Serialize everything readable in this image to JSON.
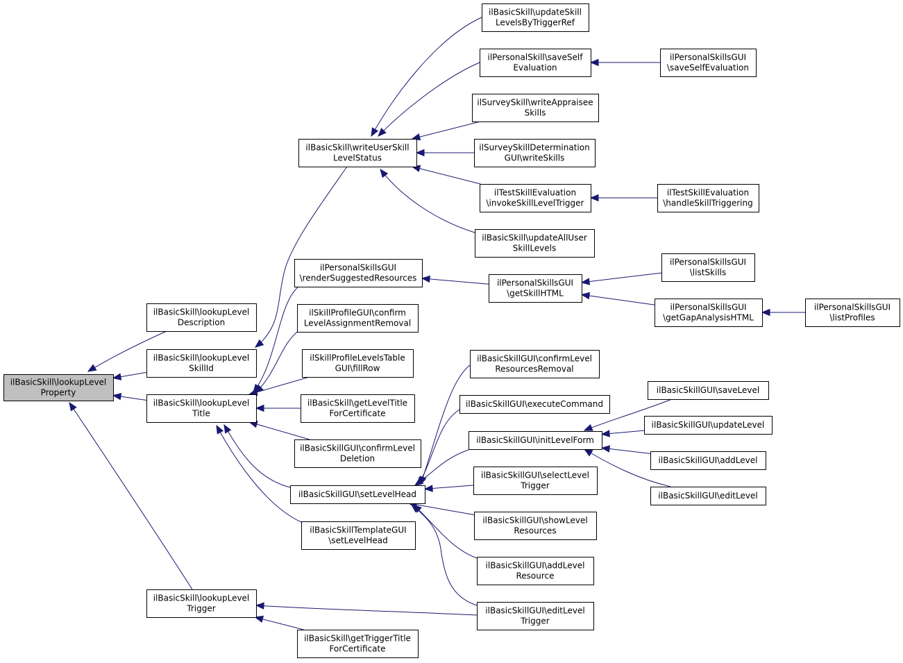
{
  "colors": {
    "edge": "#191970",
    "root_fill": "#bfbfbf",
    "node_fill": "#ffffff",
    "node_border": "#000000"
  },
  "nodes": [
    {
      "id": "root",
      "lines": [
        "ilBasicSkill\\lookupLevel",
        "Property"
      ],
      "root": true
    },
    {
      "id": "desc",
      "lines": [
        "ilBasicSkill\\lookupLevel",
        "Description"
      ]
    },
    {
      "id": "skillid",
      "lines": [
        "ilBasicSkill\\lookupLevel",
        "SkillId"
      ]
    },
    {
      "id": "title",
      "lines": [
        "ilBasicSkill\\lookupLevel",
        "Title"
      ]
    },
    {
      "id": "trigger",
      "lines": [
        "ilBasicSkill\\lookupLevel",
        "Trigger"
      ]
    },
    {
      "id": "wusls",
      "lines": [
        "ilBasicSkill\\writeUserSkill",
        "LevelStatus"
      ]
    },
    {
      "id": "renderSR",
      "lines": [
        "ilPersonalSkillsGUI",
        "\\renderSuggestedResources"
      ]
    },
    {
      "id": "confLAR",
      "lines": [
        "ilSkillProfileGUI\\confirm",
        "LevelAssignmentRemoval"
      ]
    },
    {
      "id": "fillRow",
      "lines": [
        "ilSkillProfileLevelsTable",
        "GUI\\fillRow"
      ]
    },
    {
      "id": "getLTFC",
      "lines": [
        "ilBasicSkill\\getLevelTitle",
        "ForCertificate"
      ]
    },
    {
      "id": "confLD",
      "lines": [
        "ilBasicSkillGUI\\confirmLevel",
        "Deletion"
      ]
    },
    {
      "id": "setLH",
      "lines": [
        "ilBasicSkillGUI\\setLevelHead"
      ]
    },
    {
      "id": "tplSetLH",
      "lines": [
        "ilBasicSkillTemplateGUI",
        "\\setLevelHead"
      ]
    },
    {
      "id": "getTTFC",
      "lines": [
        "ilBasicSkill\\getTriggerTitle",
        "ForCertificate"
      ]
    },
    {
      "id": "upSLBTR",
      "lines": [
        "ilBasicSkill\\updateSkill",
        "LevelsByTriggerRef"
      ]
    },
    {
      "id": "psSaveSE",
      "lines": [
        "ilPersonalSkill\\saveSelf",
        "Evaluation"
      ]
    },
    {
      "id": "survWAS",
      "lines": [
        "ilSurveySkill\\writeAppraisee",
        "Skills"
      ]
    },
    {
      "id": "survDetWS",
      "lines": [
        "ilSurveySkillDetermination",
        "GUI\\writeSkills"
      ]
    },
    {
      "id": "tseInvoke",
      "lines": [
        "ilTestSkillEvaluation",
        "\\invokeSkillLevelTrigger"
      ]
    },
    {
      "id": "upAUSL",
      "lines": [
        "ilBasicSkill\\updateAllUser",
        "SkillLevels"
      ]
    },
    {
      "id": "getSkillHTML",
      "lines": [
        "ilPersonalSkillsGUI",
        "\\getSkillHTML"
      ]
    },
    {
      "id": "confLRR",
      "lines": [
        "ilBasicSkillGUI\\confirmLevel",
        "ResourcesRemoval"
      ]
    },
    {
      "id": "execCmd",
      "lines": [
        "ilBasicSkillGUI\\executeCommand"
      ]
    },
    {
      "id": "initLF",
      "lines": [
        "ilBasicSkillGUI\\initLevelForm"
      ]
    },
    {
      "id": "selLT",
      "lines": [
        "ilBasicSkillGUI\\selectLevel",
        "Trigger"
      ]
    },
    {
      "id": "showLR",
      "lines": [
        "ilBasicSkillGUI\\showLevel",
        "Resources"
      ]
    },
    {
      "id": "addLR",
      "lines": [
        "ilBasicSkillGUI\\addLevel",
        "Resource"
      ]
    },
    {
      "id": "editLT",
      "lines": [
        "ilBasicSkillGUI\\editLevel",
        "Trigger"
      ]
    },
    {
      "id": "psgSaveSE",
      "lines": [
        "ilPersonalSkillsGUI",
        "\\saveSelfEvaluation"
      ]
    },
    {
      "id": "tseHandle",
      "lines": [
        "ilTestSkillEvaluation",
        "\\handleSkillTriggering"
      ]
    },
    {
      "id": "listSkills",
      "lines": [
        "ilPersonalSkillsGUI",
        "\\listSkills"
      ]
    },
    {
      "id": "getGapHTML",
      "lines": [
        "ilPersonalSkillsGUI",
        "\\getGapAnalysisHTML"
      ]
    },
    {
      "id": "saveLevel",
      "lines": [
        "ilBasicSkillGUI\\saveLevel"
      ]
    },
    {
      "id": "updateLevel",
      "lines": [
        "ilBasicSkillGUI\\updateLevel"
      ]
    },
    {
      "id": "addLevel",
      "lines": [
        "ilBasicSkillGUI\\addLevel"
      ]
    },
    {
      "id": "editLevel",
      "lines": [
        "ilBasicSkillGUI\\editLevel"
      ]
    },
    {
      "id": "listProfiles",
      "lines": [
        "ilPersonalSkillsGUI",
        "\\listProfiles"
      ]
    }
  ],
  "edges": [
    {
      "from": "desc",
      "to": "root"
    },
    {
      "from": "skillid",
      "to": "root"
    },
    {
      "from": "title",
      "to": "root"
    },
    {
      "from": "trigger",
      "to": "root"
    },
    {
      "from": "wusls",
      "to": "skillid"
    },
    {
      "from": "renderSR",
      "to": "title"
    },
    {
      "from": "confLAR",
      "to": "title"
    },
    {
      "from": "fillRow",
      "to": "title"
    },
    {
      "from": "getLTFC",
      "to": "title"
    },
    {
      "from": "confLD",
      "to": "title"
    },
    {
      "from": "setLH",
      "to": "title"
    },
    {
      "from": "tplSetLH",
      "to": "title"
    },
    {
      "from": "editLT",
      "to": "trigger"
    },
    {
      "from": "getTTFC",
      "to": "trigger"
    },
    {
      "from": "upSLBTR",
      "to": "wusls"
    },
    {
      "from": "psSaveSE",
      "to": "wusls"
    },
    {
      "from": "survWAS",
      "to": "wusls"
    },
    {
      "from": "survDetWS",
      "to": "wusls"
    },
    {
      "from": "tseInvoke",
      "to": "wusls"
    },
    {
      "from": "upAUSL",
      "to": "wusls"
    },
    {
      "from": "psgSaveSE",
      "to": "psSaveSE"
    },
    {
      "from": "tseHandle",
      "to": "tseInvoke"
    },
    {
      "from": "getSkillHTML",
      "to": "renderSR"
    },
    {
      "from": "listSkills",
      "to": "getSkillHTML"
    },
    {
      "from": "getGapHTML",
      "to": "getSkillHTML"
    },
    {
      "from": "listProfiles",
      "to": "getGapHTML"
    },
    {
      "from": "confLRR",
      "to": "setLH"
    },
    {
      "from": "execCmd",
      "to": "setLH"
    },
    {
      "from": "initLF",
      "to": "setLH"
    },
    {
      "from": "selLT",
      "to": "setLH"
    },
    {
      "from": "showLR",
      "to": "setLH"
    },
    {
      "from": "addLR",
      "to": "setLH"
    },
    {
      "from": "editLT",
      "to": "setLH"
    },
    {
      "from": "saveLevel",
      "to": "initLF"
    },
    {
      "from": "updateLevel",
      "to": "initLF"
    },
    {
      "from": "addLevel",
      "to": "initLF"
    },
    {
      "from": "editLevel",
      "to": "initLF"
    }
  ]
}
